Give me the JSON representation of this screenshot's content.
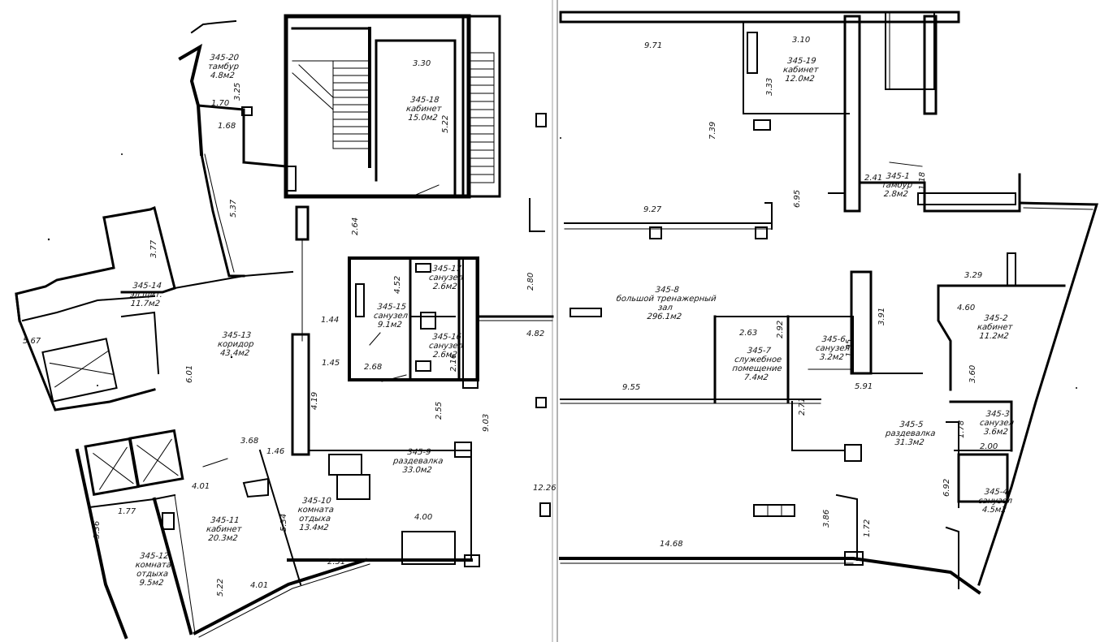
{
  "rooms": [
    {
      "id": "345-20",
      "l1": "345-20",
      "l2": "тамбур",
      "l3": "4.8м2"
    },
    {
      "id": "345-18",
      "l1": "345-18",
      "l2": "кабинет",
      "l3": "15.0м2"
    },
    {
      "id": "345-19",
      "l1": "345-19",
      "l2": "кабинет",
      "l3": "12.0м2"
    },
    {
      "id": "345-1",
      "l1": "345-1",
      "l2": "тамбур",
      "l3": "2.8м2"
    },
    {
      "id": "345-14",
      "l1": "345-14",
      "l2": "эл.щит.",
      "l3": "11.7м2"
    },
    {
      "id": "345-13",
      "l1": "345-13",
      "l2": "коридор",
      "l3": "43.4м2"
    },
    {
      "id": "345-17",
      "l1": "345-17",
      "l2": "санузел",
      "l3": "2.6м2"
    },
    {
      "id": "345-15",
      "l1": "345-15",
      "l2": "санузел",
      "l3": "9.1м2"
    },
    {
      "id": "345-16",
      "l1": "345-16",
      "l2": "санузел",
      "l3": "2.6м2"
    },
    {
      "id": "345-8",
      "l1": "345-8",
      "l2": "большой тренажерный",
      "l3": "зал",
      "l4": "296.1м2"
    },
    {
      "id": "345-7",
      "l1": "345-7",
      "l2": "служебное",
      "l3": "помещение",
      "l4": "7.4м2"
    },
    {
      "id": "345-6",
      "l1": "345-6",
      "l2": "санузел",
      "l3": "3.2м2"
    },
    {
      "id": "345-2",
      "l1": "345-2",
      "l2": "кабинет",
      "l3": "11.2м2"
    },
    {
      "id": "345-9",
      "l1": "345-9",
      "l2": "раздевалка",
      "l3": "33.0м2"
    },
    {
      "id": "345-10",
      "l1": "345-10",
      "l2": "комната",
      "l3": "отдыха",
      "l4": "13.4м2"
    },
    {
      "id": "345-11",
      "l1": "345-11",
      "l2": "кабинет",
      "l3": "20.3м2"
    },
    {
      "id": "345-12",
      "l1": "345-12",
      "l2": "комната",
      "l3": "отдыха",
      "l4": "9.5м2"
    },
    {
      "id": "345-5",
      "l1": "345-5",
      "l2": "раздевалка",
      "l3": "31.3м2"
    },
    {
      "id": "345-3",
      "l1": "345-3",
      "l2": "санузел",
      "l3": "3.6м2"
    },
    {
      "id": "345-4",
      "l1": "345-4",
      "l2": "санузел",
      "l3": "4.5м2"
    }
  ],
  "dims": {
    "d_170": "1.70",
    "d_325": "3.25",
    "d_168": "1.68",
    "d_537": "5.37",
    "d_330": "3.30",
    "d_522a": "5.22",
    "d_971": "9.71",
    "d_310": "3.10",
    "d_333": "3.33",
    "d_739": "7.39",
    "d_241": "2.41",
    "d_118": "1.18",
    "d_377": "3.77",
    "d_264": "2.64",
    "d_927": "9.27",
    "d_695": "6.95",
    "d_452": "4.52",
    "d_280": "2.80",
    "d_329": "3.29",
    "d_460": "4.60",
    "d_567": "5.67",
    "d_144": "1.44",
    "d_482": "4.82",
    "d_263": "2.63",
    "d_292": "2.92",
    "d_391": "3.91",
    "d_195": "1.95",
    "d_145": "1.45",
    "d_268": "2.68",
    "d_216": "2.16",
    "d_601": "6.01",
    "d_955": "9.55",
    "d_591": "5.91",
    "d_360": "3.60",
    "d_419": "4.19",
    "d_255": "2.55",
    "d_903": "9.03",
    "d_271": "2.71",
    "d_178": "1.78",
    "d_200": "2.00",
    "d_368": "3.68",
    "d_146": "1.46",
    "d_401a": "4.01",
    "d_1226": "12.26",
    "d_692": "6.92",
    "d_177": "1.77",
    "d_534": "5.34",
    "d_400": "4.00",
    "d_386": "3.86",
    "d_172": "1.72",
    "d_536": "5.36",
    "d_231": "2.31",
    "d_1468": "14.68",
    "d_522b": "5.22",
    "d_401b": "4.01"
  }
}
